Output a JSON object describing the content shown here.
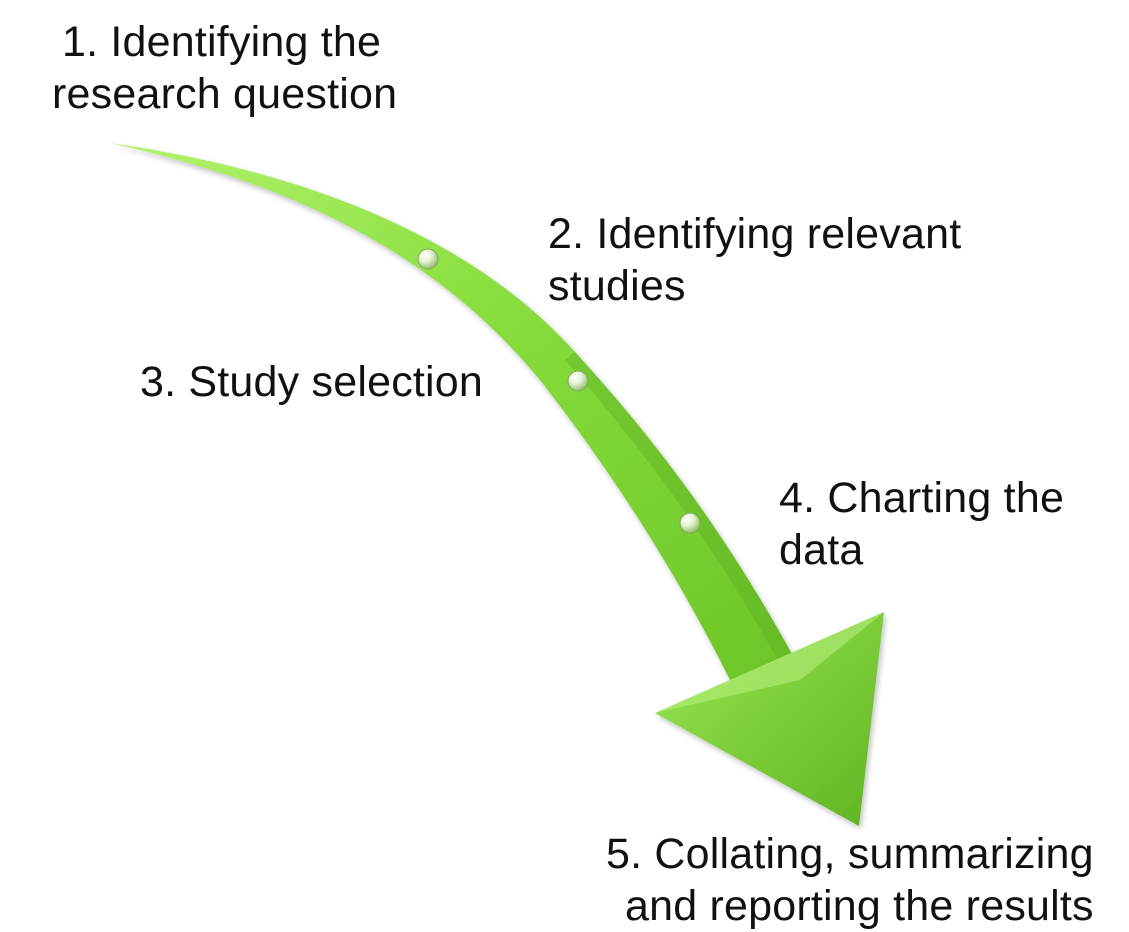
{
  "steps": [
    {
      "id": 1,
      "lines": [
        "1. Identifying the",
        "research question"
      ]
    },
    {
      "id": 2,
      "lines": [
        "2. Identifying relevant",
        "studies"
      ]
    },
    {
      "id": 3,
      "lines": [
        "3. Study selection"
      ]
    },
    {
      "id": 4,
      "lines": [
        "4. Charting the",
        "data"
      ]
    },
    {
      "id": 5,
      "lines": [
        "5. Collating, summarizing",
        "and reporting the results"
      ]
    }
  ],
  "colors": {
    "arrow_light": "#a6ee5e",
    "arrow_mid": "#7bd833",
    "arrow_dark": "#4f9e1a",
    "text": "#111111",
    "background": "#ffffff"
  },
  "arrow": {
    "direction": "curved-down-right",
    "waypoint_count": 3
  }
}
